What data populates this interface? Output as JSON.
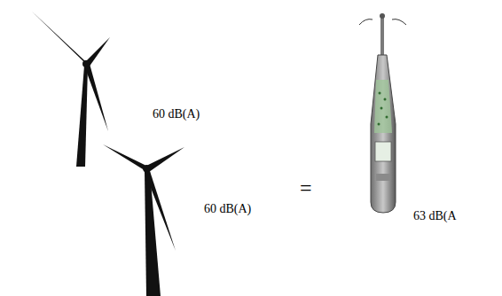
{
  "diagram": {
    "labels": [
      "60 dB(A)",
      "60 dB(A)",
      "=",
      "63 dB(A"
    ]
  }
}
